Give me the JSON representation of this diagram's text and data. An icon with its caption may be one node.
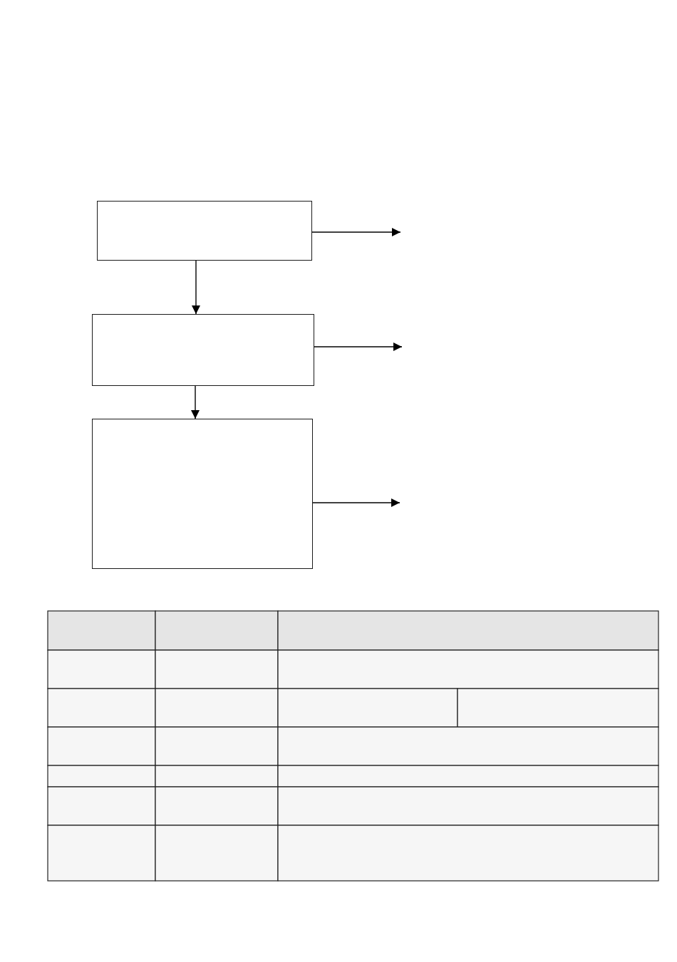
{
  "diagram": {
    "nodes": [
      {
        "text": [],
        "shape": "box"
      },
      {
        "text": [],
        "shape": "box"
      },
      {
        "text": [],
        "shape": "box"
      }
    ],
    "edges": [
      {
        "from": 0,
        "to": null,
        "arrow": "to"
      },
      {
        "from": 0,
        "to": 1,
        "arrow": "to"
      },
      {
        "from": 1,
        "to": null,
        "arrow": "to"
      },
      {
        "from": 1,
        "to": 2,
        "arrow": "to"
      },
      {
        "from": 2,
        "to": null,
        "arrow": "to"
      }
    ]
  }
}
